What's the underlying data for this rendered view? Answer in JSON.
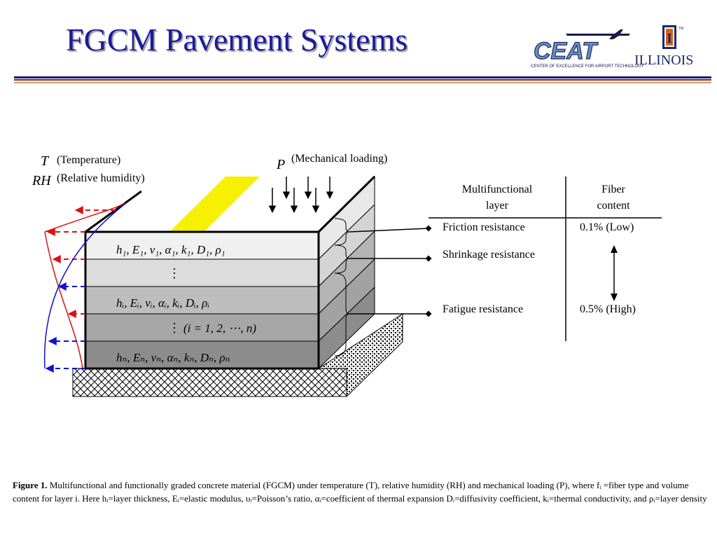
{
  "title": "FGCM Pavement Systems",
  "logo": {
    "brand_text": "CEAT",
    "subtitle": "CENTER OF EXCELLENCE FOR AIRPORT TECHNOLOGY",
    "university_text": "ILLINOIS",
    "badge_letter": "I",
    "tm": "TM"
  },
  "inputs": {
    "T_symbol": "T",
    "T_label": "(Temperature)",
    "RH_symbol": "RH",
    "RH_label": "(Relative humidity)",
    "P_symbol": "P",
    "P_label": "(Mechanical loading)"
  },
  "layers": {
    "top": {
      "symbols": "h₁, E₁, ν₁, α₁, k₁, D₁, ρ₁"
    },
    "dots1": "⋮",
    "middle": {
      "symbols": "hᵢ, Eᵢ, νᵢ, αᵢ, kᵢ, Dᵢ, ρᵢ"
    },
    "dots2": "⋮",
    "index": "(i = 1, 2, ⋯, n)",
    "bottom": {
      "symbols": "hₙ, Eₙ, νₙ, αₙ, kₙ, Dₙ, ρₙ"
    }
  },
  "table": {
    "col1_header_line1": "Multifunctional",
    "col1_header_line2": "layer",
    "col2_header_line1": "Fiber",
    "col2_header_line2": "content",
    "rows": [
      {
        "layer": "Friction resistance",
        "fiber": "0.1% (Low)"
      },
      {
        "layer": "Shrinkage resistance",
        "fiber": ""
      },
      {
        "layer": "Fatigue resistance",
        "fiber": "0.5% (High)"
      }
    ]
  },
  "caption": {
    "label": "Figure 1.",
    "text": "Multifunctional and functionally graded concrete material (FGCM) under temperature (T), relative humidity (RH) and mechanical loading (P), where fᵢ =fiber type and volume content for layer i. Here hᵢ=layer thickness, Eᵢ=elastic modulus, υᵢ=Poisson’s ratio, αᵢ=coefficient of thermal expansion Dᵢ=diffusivity coefficient, kᵢ=thermal conductivity, and ρᵢ=layer density"
  },
  "colors": {
    "title": "#1a1a9c",
    "temperature_profile": "#e01010",
    "humidity_profile": "#1010d0",
    "loading_stripe": "#f7f000",
    "layer_light": "#d9d9d9",
    "layer_dark": "#8c8c8c"
  }
}
